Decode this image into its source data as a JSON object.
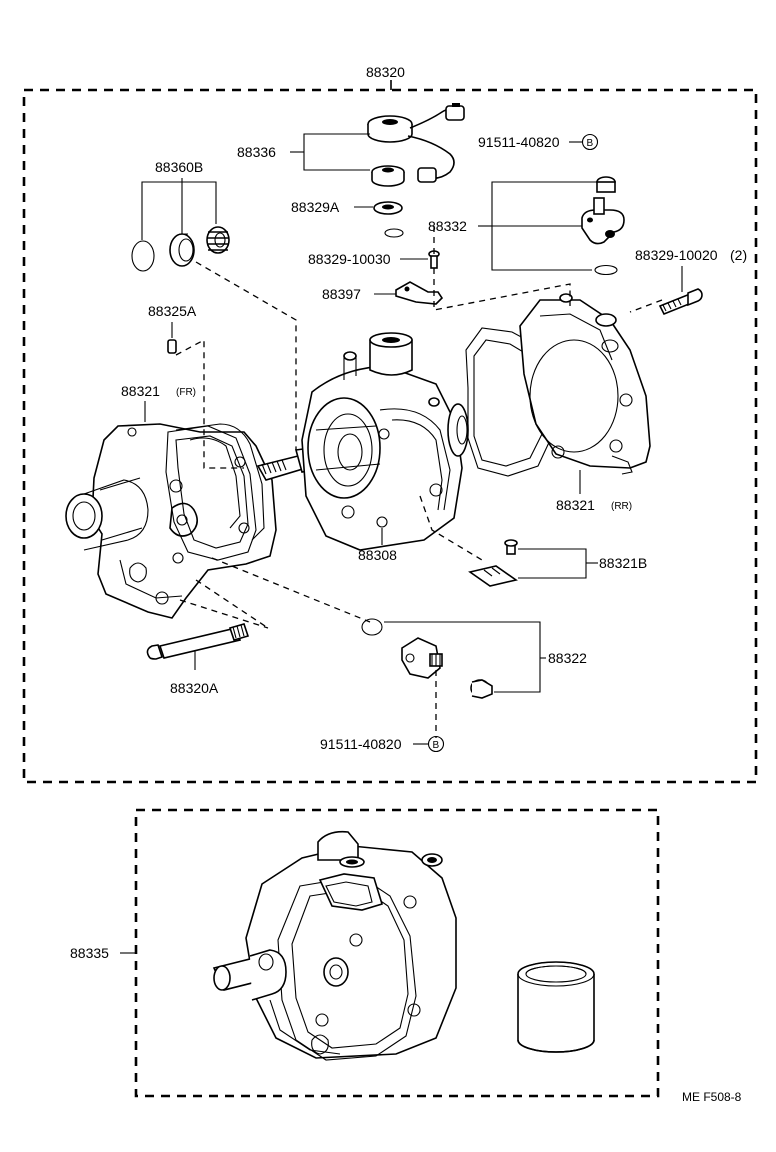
{
  "labels": {
    "assembly": "88320",
    "sensor": "88336",
    "dust_seal": "88360B",
    "o_ring_a": "88329A",
    "bolt_b_top": "91511-40820",
    "valve": "88332",
    "screw": "88329-10030",
    "bracket": "88397",
    "bolt_rear": "88329-10020",
    "bolt_rear_qty": "(2)",
    "pin": "88325A",
    "front_head": "88321",
    "front_head_tag": "(FR)",
    "rear_head": "88321",
    "rear_head_tag": "(RR)",
    "shaft_assy": "88308",
    "plate_kit": "88321B",
    "relief": "88322",
    "through_bolt": "88320A",
    "bolt_b_bottom": "91511-40820",
    "kit": "88335",
    "footer": "ME  F508-8"
  },
  "callout_badge": "B"
}
